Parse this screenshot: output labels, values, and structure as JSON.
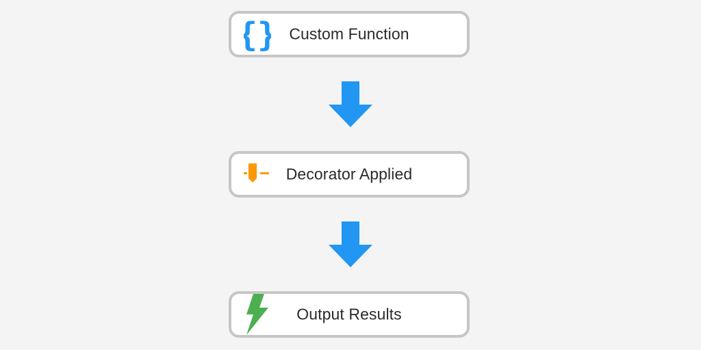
{
  "colors": {
    "background": "#f4f4f4",
    "box_fill": "#ffffff",
    "box_border": "#c6c6c6",
    "arrow": "#2196f3",
    "braces_icon": "#2196f3",
    "decorator_icon": "#ff9800",
    "lightning_icon": "#4caf50",
    "text": "#2a2a2a"
  },
  "steps": [
    {
      "label": "Custom Function",
      "icon": "curly-braces-icon"
    },
    {
      "label": "Decorator Applied",
      "icon": "decorator-pin-icon"
    },
    {
      "label": "Output Results",
      "icon": "lightning-bolt-icon"
    }
  ],
  "connectors": [
    {
      "icon": "arrow-down-icon"
    },
    {
      "icon": "arrow-down-icon"
    }
  ]
}
